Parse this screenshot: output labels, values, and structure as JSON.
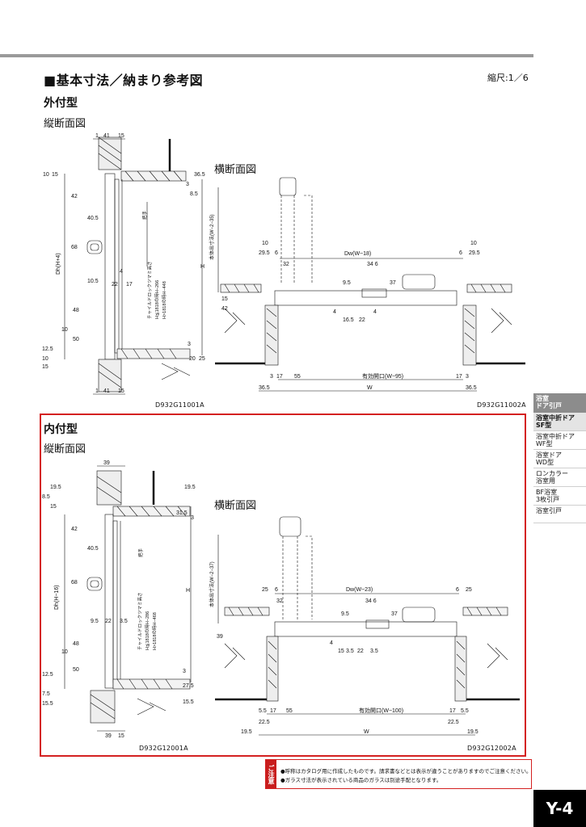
{
  "page": {
    "heading": "■基本寸法／納まり参考図",
    "scale": "縮尺:1／6",
    "page_number": "Y-4"
  },
  "outer": {
    "title": "外付型",
    "vertical_label": "縦断面図",
    "horizontal_label": "横断面図",
    "vertical_code": "D932G11001A",
    "horizontal_code": "D932G11002A",
    "v_dims": {
      "top_1": "1",
      "top_41": "41",
      "top_15": "15",
      "left_10": "10",
      "left_15": "15",
      "r_365": "36.5",
      "r_3": "3",
      "r_85": "8.5",
      "d42": "42",
      "d405": "40.5",
      "d68": "68",
      "d4": "4",
      "d105": "10.5",
      "d22": "22",
      "d17": "17",
      "d48": "48",
      "d10b": "10",
      "d50": "50",
      "d125": "12.5",
      "d10c": "10",
      "d15b": "15",
      "r3b": "3",
      "r25": "25",
      "r20": "20",
      "bot_1": "1",
      "bot_41": "41",
      "bot_15": "15",
      "dh": "Dh(H+4)",
      "h": "H",
      "note1": "チャイルドロックツマミ高さ",
      "note2": "H≦1818の時H−266",
      "note3": "H>1818の時H−448",
      "handle": "把手"
    },
    "h_dims": {
      "side_label": "本体出寸法(W−2−35)",
      "dw": "Dw(W−18)",
      "l10": "10",
      "l295": "29.5",
      "l6": "6",
      "l32": "32",
      "r10": "10",
      "r6": "6",
      "r295": "29.5",
      "d346": "34 6",
      "d37": "37",
      "d95": "9.5",
      "d15": "15",
      "d42": "42",
      "d4": "4",
      "d165": "16.5",
      "d22": "22",
      "d4b": "4",
      "b3": "3",
      "b17": "17",
      "b55": "55",
      "b17r": "17",
      "b3r": "3",
      "opening": "有効開口(W−95)",
      "b365": "36.5",
      "w": "W",
      "b365r": "36.5"
    }
  },
  "inner": {
    "title": "内付型",
    "vertical_label": "縦断面図",
    "horizontal_label": "横断面図",
    "vertical_code": "D932G12001A",
    "horizontal_code": "D932G12002A",
    "v_dims": {
      "top_39": "39",
      "l85": "8.5",
      "l15": "15",
      "l195": "19.5",
      "r195": "19.5",
      "r315": "31.5",
      "r3": "3",
      "d42": "42",
      "d405": "40.5",
      "d68": "68",
      "d95": "9.5",
      "d22": "22",
      "d35": "3.5",
      "d48": "48",
      "d10": "10",
      "d50": "50",
      "d125": "12.5",
      "d75": "7.5",
      "d155": "15.5",
      "r3b": "3",
      "r275": "27.5",
      "r155": "15.5",
      "bot_39": "39",
      "bot_15": "15",
      "dh": "Dh(H−16)",
      "h": "H",
      "note1": "チャイルドロックツマミ高さ",
      "note2": "H≦1818の時H−286",
      "note3": "H>1818の時H−468",
      "handle": "把手"
    },
    "h_dims": {
      "side_label": "本体出寸法(W−2−37)",
      "dw": "Dw(W−23)",
      "l25": "25",
      "l6": "6",
      "l32": "32",
      "r6": "6",
      "r25": "25",
      "d346": "34 6",
      "d95": "9.5",
      "d37": "37",
      "d39": "39",
      "d4": "4",
      "d15": "15",
      "d35": "3.5",
      "d22": "22",
      "d36": "3.5",
      "b55": "5.5",
      "b17": "17",
      "b55b": "55",
      "b17r": "17",
      "b55r": "5.5",
      "opening": "有効開口(W−100)",
      "b225": "22.5",
      "b225r": "22.5",
      "b195": "19.5",
      "w": "W",
      "b195r": "19.5"
    }
  },
  "sidebar": {
    "head": "浴室\nドア引戸",
    "items": [
      {
        "label": "浴室中折ドア\nSF型",
        "active": true
      },
      {
        "label": "浴室中折ドア\nWF型",
        "active": false
      },
      {
        "label": "浴室ドア\nWD型",
        "active": false
      },
      {
        "label": "ロンカラー\n浴室用",
        "active": false
      },
      {
        "label": "BF浴室\n3枚引戸",
        "active": false
      },
      {
        "label": "浴室引戸",
        "active": false
      }
    ]
  },
  "notes": {
    "tag": "ご注意",
    "line1": "●呼称はカタログ用に作成したものです。請求書などとは表示が違うことがありますのでご注意ください。",
    "line2": "●ガラス寸法が表示されている商品のガラスは別途手配となります。"
  },
  "colors": {
    "frame_red": "#d42020",
    "bar_gray": "#9a9a9a",
    "sidebar_gray": "#8c8c8c"
  }
}
